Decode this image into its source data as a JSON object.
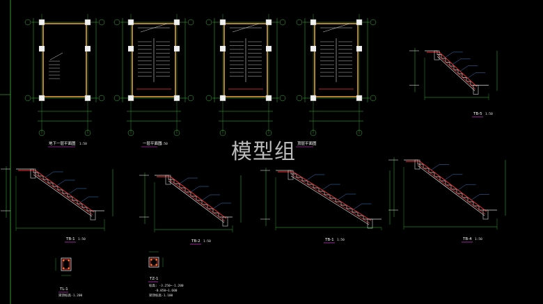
{
  "watermark": "模型组",
  "plans": [
    {
      "key": "plan1",
      "title": "地下一层平面图",
      "scale": "1:50"
    },
    {
      "key": "plan2",
      "title": "一层平面图",
      "scale": "1:50"
    },
    {
      "key": "plan4",
      "title": "顶层平面图",
      "scale": "1:50"
    }
  ],
  "sections": [
    {
      "key": "tb5",
      "title": "TB-5",
      "scale": "1:50"
    },
    {
      "key": "tb1a",
      "title": "TB-1",
      "scale": "1:50"
    },
    {
      "key": "tb2",
      "title": "TB-2",
      "scale": "1:50"
    },
    {
      "key": "tb1b",
      "title": "TB-1",
      "scale": "1:50"
    },
    {
      "key": "tb4",
      "title": "TB-4",
      "scale": "1:50"
    }
  ],
  "details": [
    {
      "key": "tl1",
      "title": "TL-1",
      "note": "梁顶标高-1.200"
    },
    {
      "key": "tz1",
      "title": "TZ-1",
      "note1": "标高: -3.250~-1.200",
      "note2": "-0.050~1.600",
      "note3": "梁顶标高-1.100"
    }
  ],
  "colors": {
    "background": "#000000",
    "wall": "#e0a040",
    "axis": "#3fbf3f",
    "stair": "#d9d9d9",
    "rebar": "#ff3030",
    "dim": "#2fc42f",
    "leader": "#4aa0ff"
  }
}
